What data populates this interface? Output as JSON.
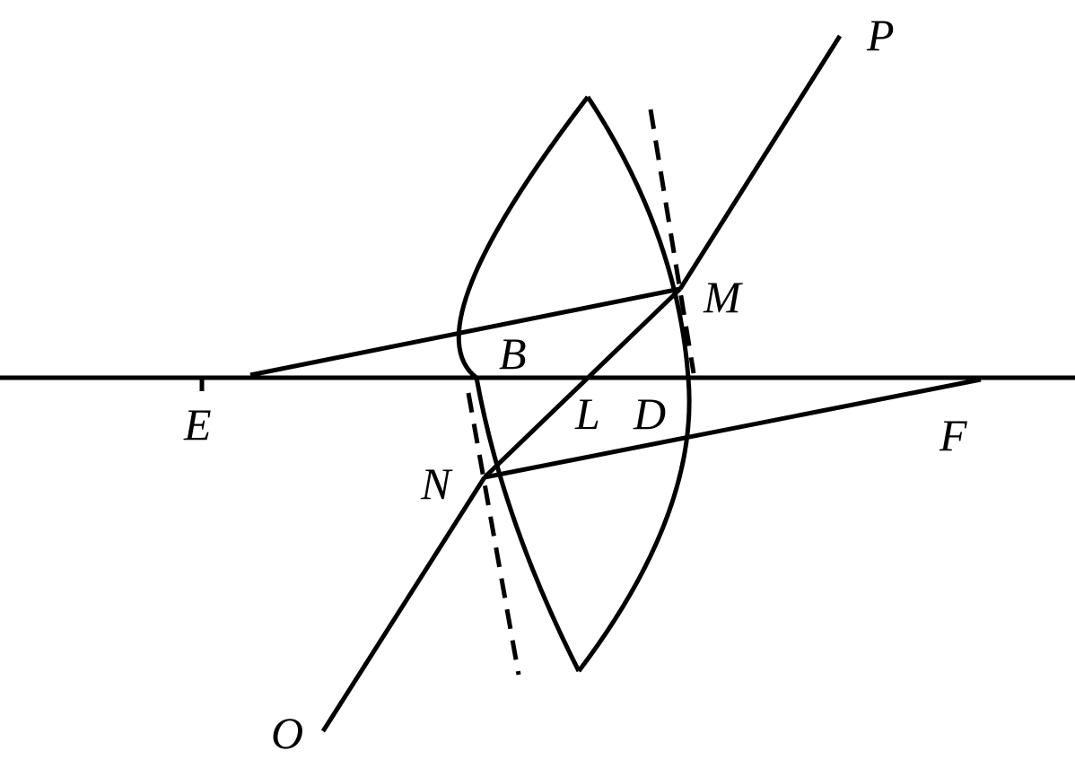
{
  "labels": {
    "P": "P",
    "M": "M",
    "B": "B",
    "E": "E",
    "L": "L",
    "D": "D",
    "F": "F",
    "N": "N",
    "O": "O"
  }
}
